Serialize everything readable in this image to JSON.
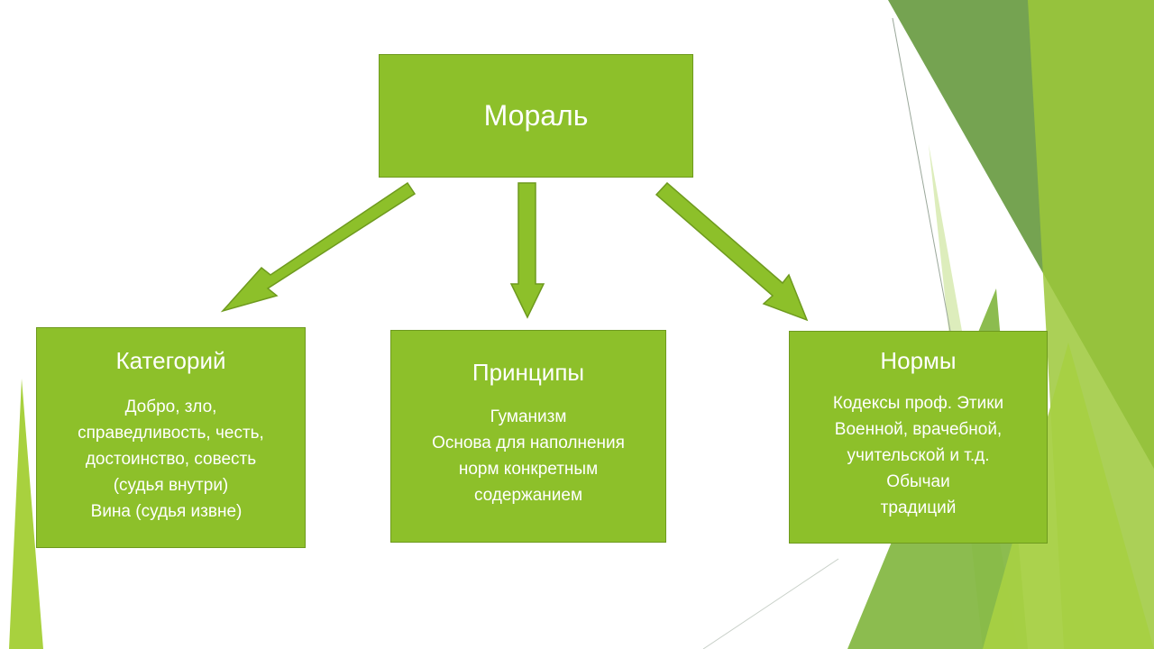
{
  "diagram": {
    "root": {
      "label": "Мораль"
    },
    "branches": [
      {
        "title": "Категорий",
        "lines": [
          "Добро, зло,",
          "справедливость, честь,",
          "достоинство, совесть",
          "(судья внутри)",
          "Вина (судья извне)"
        ]
      },
      {
        "title": "Принципы",
        "lines": [
          "Гуманизм",
          "Основа для наполнения",
          "норм конкретным",
          "содержанием"
        ]
      },
      {
        "title": "Нормы",
        "lines": [
          "Кодексы проф. Этики",
          "Военной, врачебной,",
          "учительской и т.д.",
          "Обычаи",
          "традиций"
        ]
      }
    ]
  },
  "colors": {
    "box_fill": "#8dc02a",
    "box_border": "#6e9a1e",
    "arrow_fill": "#8dc02a",
    "text": "#ffffff",
    "decor_dark": "#5f9a3c",
    "decor_light": "#a4cf3a"
  }
}
